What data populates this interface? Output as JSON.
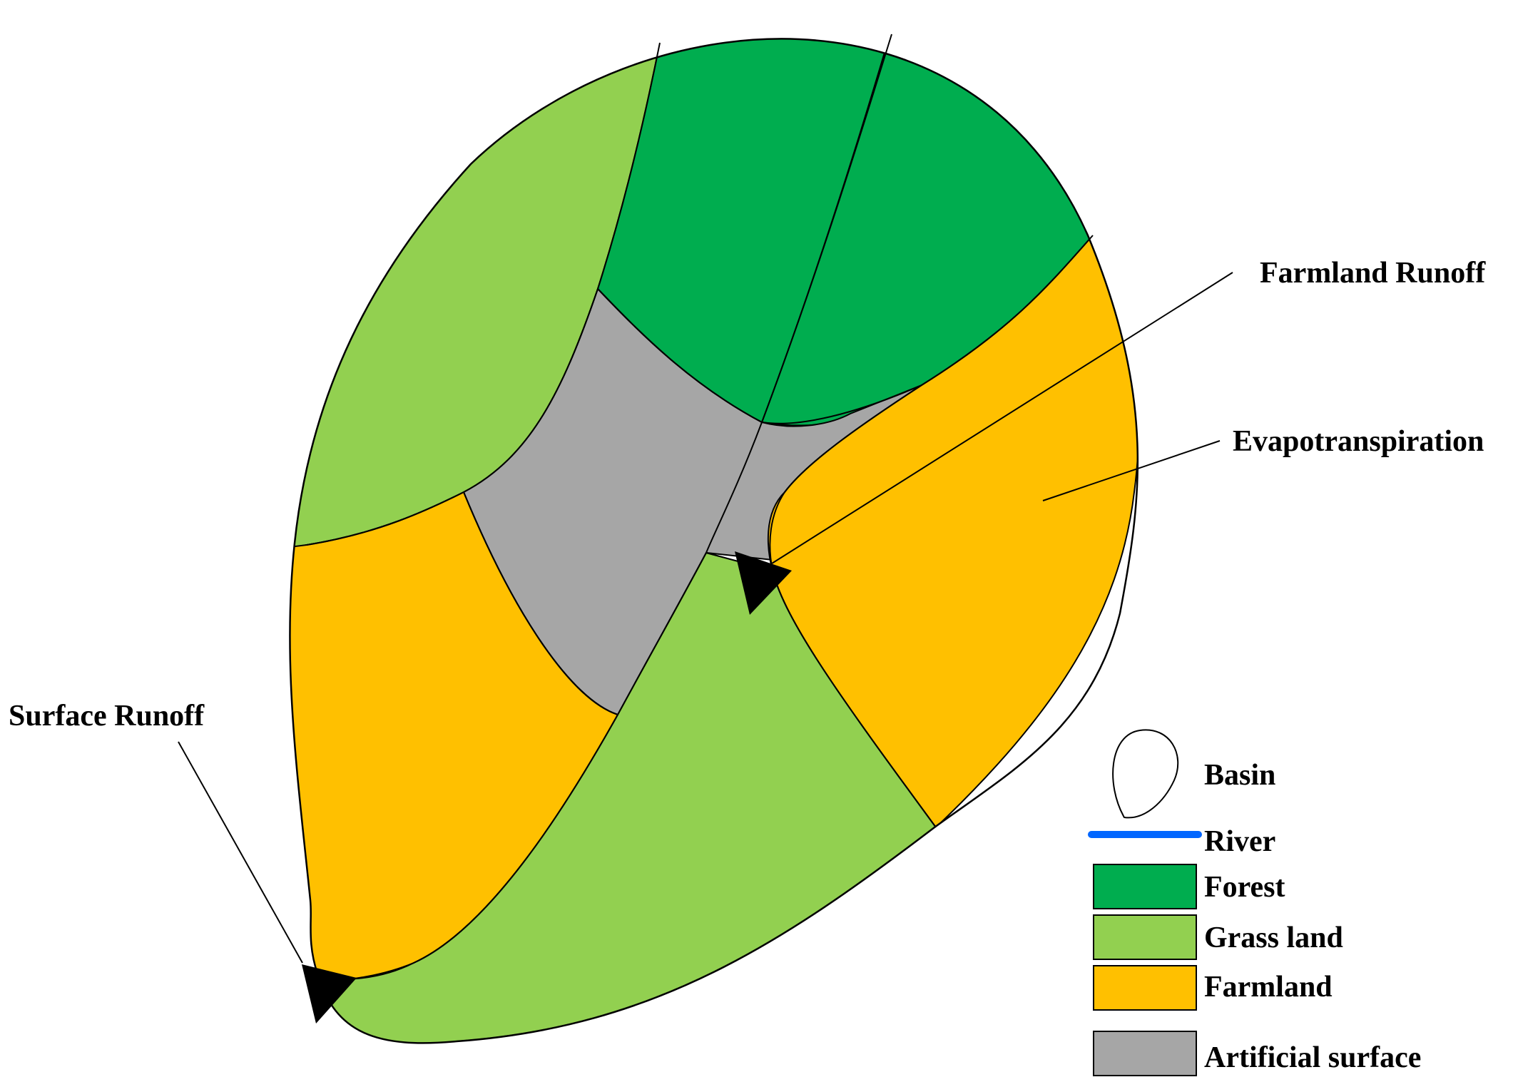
{
  "colors": {
    "forest": "#00AD4F",
    "grass_land": "#92D050",
    "farmland": "#FFC000",
    "artificial_surface": "#A6A6A6",
    "river": "#0066FF",
    "basin_fill": "#FFFFFF",
    "outline": "#000000"
  },
  "callouts": {
    "farmland_runoff": "Farmland Runoff",
    "evapotranspiration": "Evapotranspiration",
    "surface_runoff": "Surface Runoff"
  },
  "legend": {
    "items": [
      {
        "key": "basin",
        "label": "Basin",
        "icon": "basin-outline-icon"
      },
      {
        "key": "river",
        "label": "River",
        "icon": "river-line-icon"
      },
      {
        "key": "forest",
        "label": "Forest",
        "icon": "forest-swatch"
      },
      {
        "key": "grass_land",
        "label": "Grass land",
        "icon": "grass-land-swatch"
      },
      {
        "key": "farmland",
        "label": "Farmland",
        "icon": "farmland-swatch"
      },
      {
        "key": "artificial_surface",
        "label": "Artificial surface",
        "icon": "artificial-surface-swatch"
      }
    ]
  }
}
